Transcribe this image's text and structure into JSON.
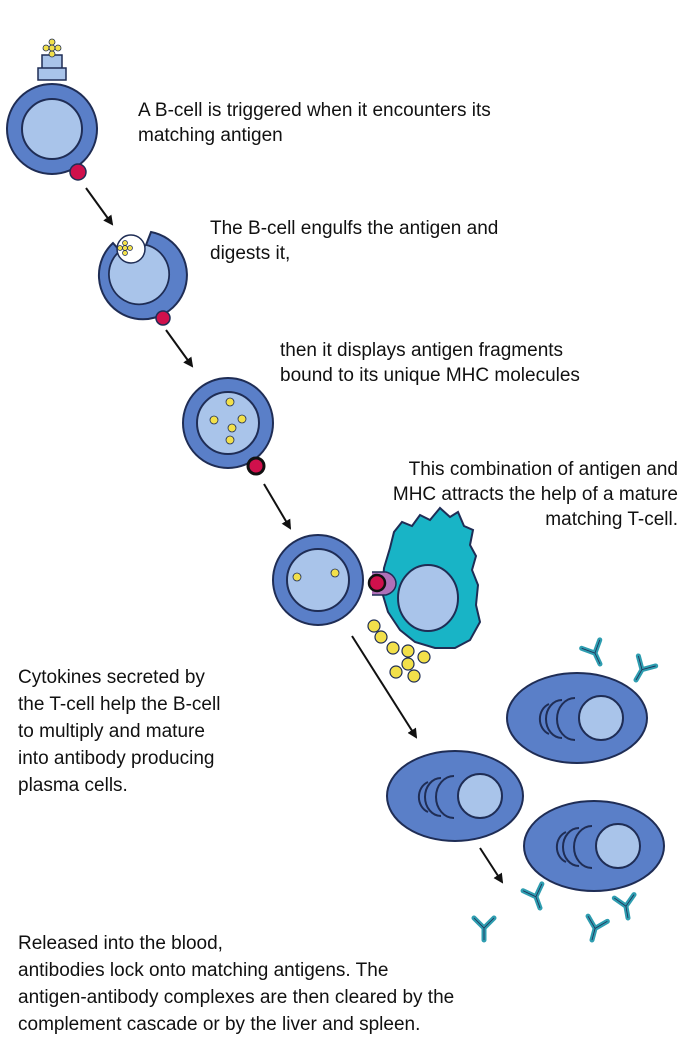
{
  "steps": [
    {
      "lines": [
        "A B-cell is triggered when it encounters its",
        "matching antigen"
      ]
    },
    {
      "lines": [
        "The B-cell engulfs the antigen and",
        "digests it,"
      ]
    },
    {
      "lines": [
        "then it displays antigen fragments",
        "bound to its unique MHC molecules"
      ]
    },
    {
      "lines": [
        "This combination of antigen and",
        "MHC attracts the help of a mature",
        "matching T-cell."
      ]
    },
    {
      "lines": [
        "Cytokines secreted by",
        "the T-cell help the B-cell",
        "to multiply and mature",
        "into antibody producing",
        "plasma cells."
      ]
    },
    {
      "lines": [
        "Released into the blood,",
        "antibodies lock onto matching antigens. The",
        "antigen-antibody complexes are then cleared by the",
        "complement cascade or by the liver and spleen."
      ]
    }
  ],
  "colors": {
    "bcell_outer": "#5a7fc8",
    "bcell_inner": "#a9c4ea",
    "outline": "#1f2d55",
    "mhc": "#d0104c",
    "antigen": "#f2e04a",
    "tcell": "#18b4c6",
    "tcell_receptor": "#b070b8",
    "antibody": "#2e9db0",
    "plasma": "#5a7fc8",
    "arrow": "#111111"
  }
}
